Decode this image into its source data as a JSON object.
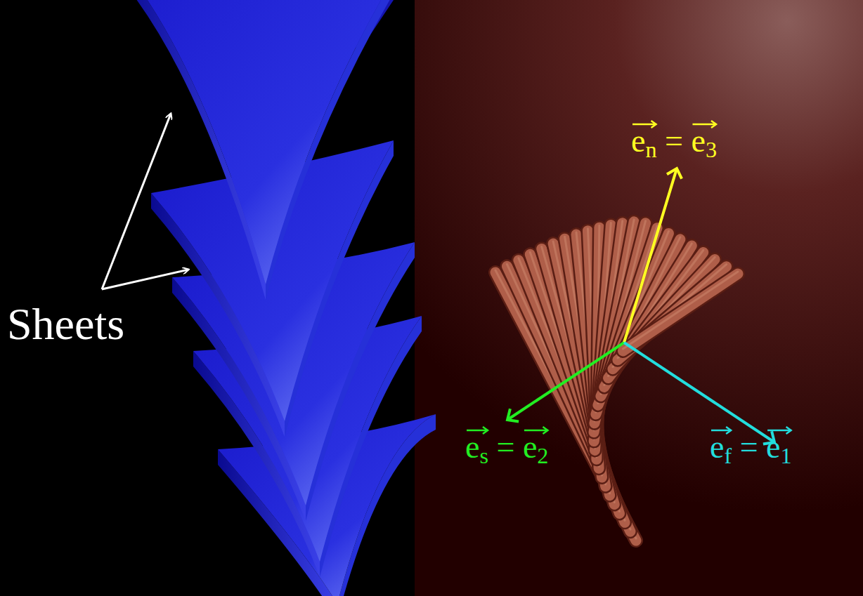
{
  "diagram": {
    "labels": [
      "Sheets",
      "en = e3",
      "es = e2",
      "ef = e1"
    ]
  }
}
